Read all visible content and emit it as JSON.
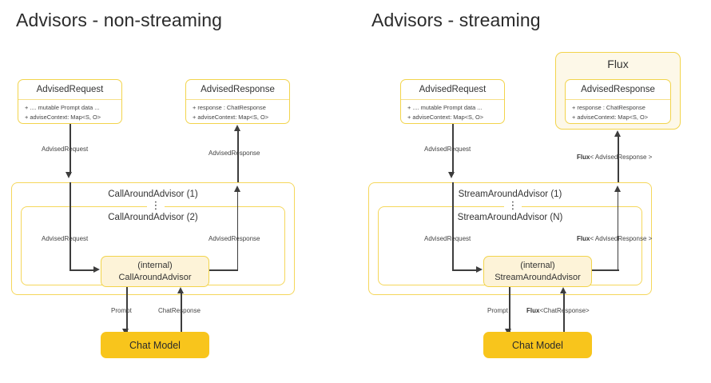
{
  "panels": [
    {
      "id": "non-streaming",
      "title": "Advisors - non-streaming",
      "request_box": {
        "title": "AdvisedRequest",
        "attrs": [
          "+ .... mutable Prompt data ...",
          "+ adviseContext: Map<S, O>"
        ]
      },
      "response_box": {
        "title": "AdvisedResponse",
        "attrs": [
          "+ response : ChatResponse",
          "+ adviseContext: Map<S, O>"
        ]
      },
      "advisor_outer_label": "CallAroundAdvisor (1)",
      "advisor_inner_label": "CallAroundAdvisor (2)",
      "ellipsis": "⋮",
      "internal_box": {
        "line1": "(internal)",
        "line2": "CallAroundAdvisor"
      },
      "chat_model": "Chat Model",
      "edges": {
        "request_in": "AdvisedRequest",
        "response_out": "AdvisedResponse",
        "inner_request": "AdvisedRequest",
        "inner_response": "AdvisedResponse",
        "prompt": "Prompt",
        "model_response": "ChatResponse",
        "model_response_bold": ""
      }
    },
    {
      "id": "streaming",
      "title": "Advisors - streaming",
      "request_box": {
        "title": "AdvisedRequest",
        "attrs": [
          "+ .... mutable Prompt data ...",
          "+ adviseContext: Map<S, O>"
        ]
      },
      "response_box": {
        "title": "AdvisedResponse",
        "attrs": [
          "+ response : ChatResponse",
          "+ adviseContext: Map<S, O>"
        ]
      },
      "flux_label": "Flux",
      "advisor_outer_label": "StreamAroundAdvisor (1)",
      "advisor_inner_label": "StreamAroundAdvisor (N)",
      "ellipsis": "⋮",
      "internal_box": {
        "line1": "(internal)",
        "line2": "StreamAroundAdvisor"
      },
      "chat_model": "Chat Model",
      "edges": {
        "request_in": "AdvisedRequest",
        "response_out_bold": "Flux",
        "response_out": "< AdvisedResponse >",
        "inner_request": "AdvisedRequest",
        "inner_response_bold": "Flux",
        "inner_response": "< AdvisedResponse >",
        "prompt": "Prompt",
        "model_response_bold": "Flux",
        "model_response": "<ChatResponse>"
      }
    }
  ],
  "colors": {
    "accent_border": "#F2D44C",
    "advisor_border": "#F5D75B",
    "flux_fill": "#FDF8E8",
    "internal_fill": "#FDF3D8",
    "chat_model_fill": "#F8C51C",
    "line": "#3d3d3d",
    "text": "#333333",
    "background": "#ffffff"
  }
}
